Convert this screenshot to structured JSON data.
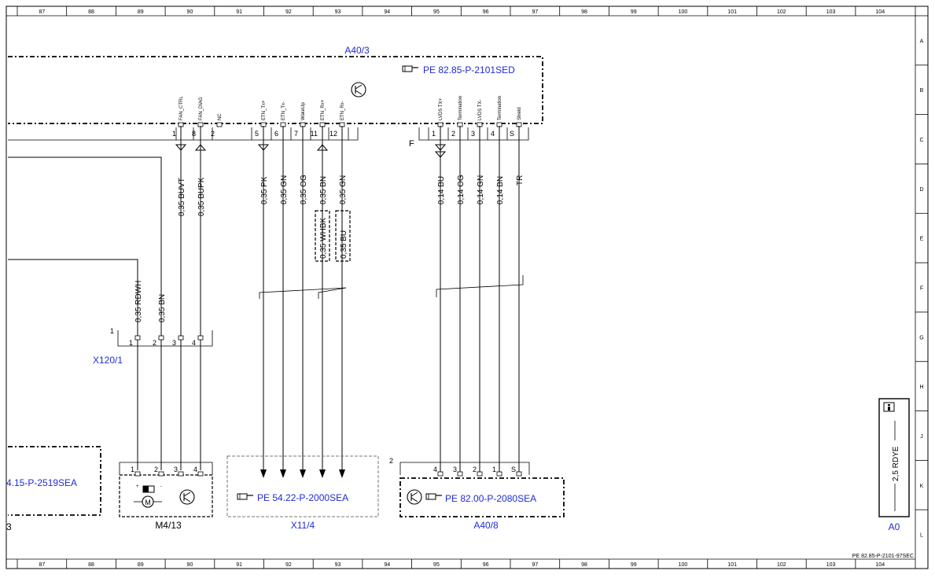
{
  "grid": {
    "columns": [
      "87",
      "88",
      "89",
      "90",
      "91",
      "92",
      "93",
      "94",
      "95",
      "96",
      "97",
      "98",
      "99",
      "100",
      "101",
      "102",
      "103",
      "104"
    ],
    "rows": [
      "A",
      "B",
      "C",
      "D",
      "E",
      "F",
      "G",
      "H",
      "J",
      "K",
      "L"
    ]
  },
  "components": {
    "a40_3": {
      "label": "A40/3",
      "ref": "PE 82.85-P-2101SED",
      "pins_left": [
        {
          "num": "1",
          "name": "FAN_CTRL"
        },
        {
          "num": "8",
          "name": "FAN_DIAG"
        },
        {
          "num": "2",
          "name": "NC"
        },
        {
          "num": "5",
          "name": "ETN_Tx+"
        },
        {
          "num": "6",
          "name": "ETN_Tx-"
        },
        {
          "num": "7",
          "name": "WakeUp"
        },
        {
          "num": "11",
          "name": "ETN_Rx+"
        },
        {
          "num": "12",
          "name": "ETN_Rx-"
        }
      ],
      "pins_right_marker": "F",
      "pins_right": [
        {
          "num": "1",
          "name": "LVDS TX+"
        },
        {
          "num": "2",
          "name": "Termination"
        },
        {
          "num": "3",
          "name": "LVDS TX-"
        },
        {
          "num": "4",
          "name": "Termination"
        },
        {
          "num": "S",
          "name": "Shield"
        }
      ]
    },
    "x120_1": {
      "label": "X120/1",
      "marker": "1",
      "pins": [
        "1",
        "2",
        "3",
        "4"
      ]
    },
    "m4_13": {
      "label": "M4/13",
      "pins": [
        "1",
        "2",
        "3",
        "4"
      ],
      "plus": "+",
      "minus": "-",
      "motor_symbol": "M"
    },
    "x11_4": {
      "label": "X11/4",
      "ref": "PE 54.22-P-2000SEA"
    },
    "a40_8": {
      "label": "A40/8",
      "marker": "2",
      "ref": "PE 82.00-P-2080SEA",
      "pins": [
        "4",
        "3",
        "2",
        "1",
        "S"
      ]
    },
    "left_partial": {
      "ref": "4.15-P-2519SEA",
      "label": "3"
    },
    "a0": {
      "label": "A0",
      "wire": "2,5 RDYE"
    }
  },
  "wires": {
    "rdwh": "0,35 RDWH",
    "bn_x120": "0,35 BN",
    "buvt": "0,35 BUVT",
    "bupk": "0,35 BUPK",
    "pk": "0,35 PK",
    "gn1": "0,35 GN",
    "og": "0,35 OG",
    "bn2": "0,35 BN",
    "gn2": "0,35 GN",
    "whbk": "0,35 WHBK",
    "bu": "0,35 BU",
    "bu014": "0,14 BU",
    "og014": "0,14 OG",
    "gn014": "0,14 GN",
    "bn014": "0,14 BN",
    "tr": "TR"
  },
  "footer": {
    "doc_ref": "PE 82.85-P-2101-97SEC"
  },
  "icons": [
    "ground-transistor-icon",
    "pointing-hand-icon",
    "info-icon",
    "motor-icon"
  ]
}
